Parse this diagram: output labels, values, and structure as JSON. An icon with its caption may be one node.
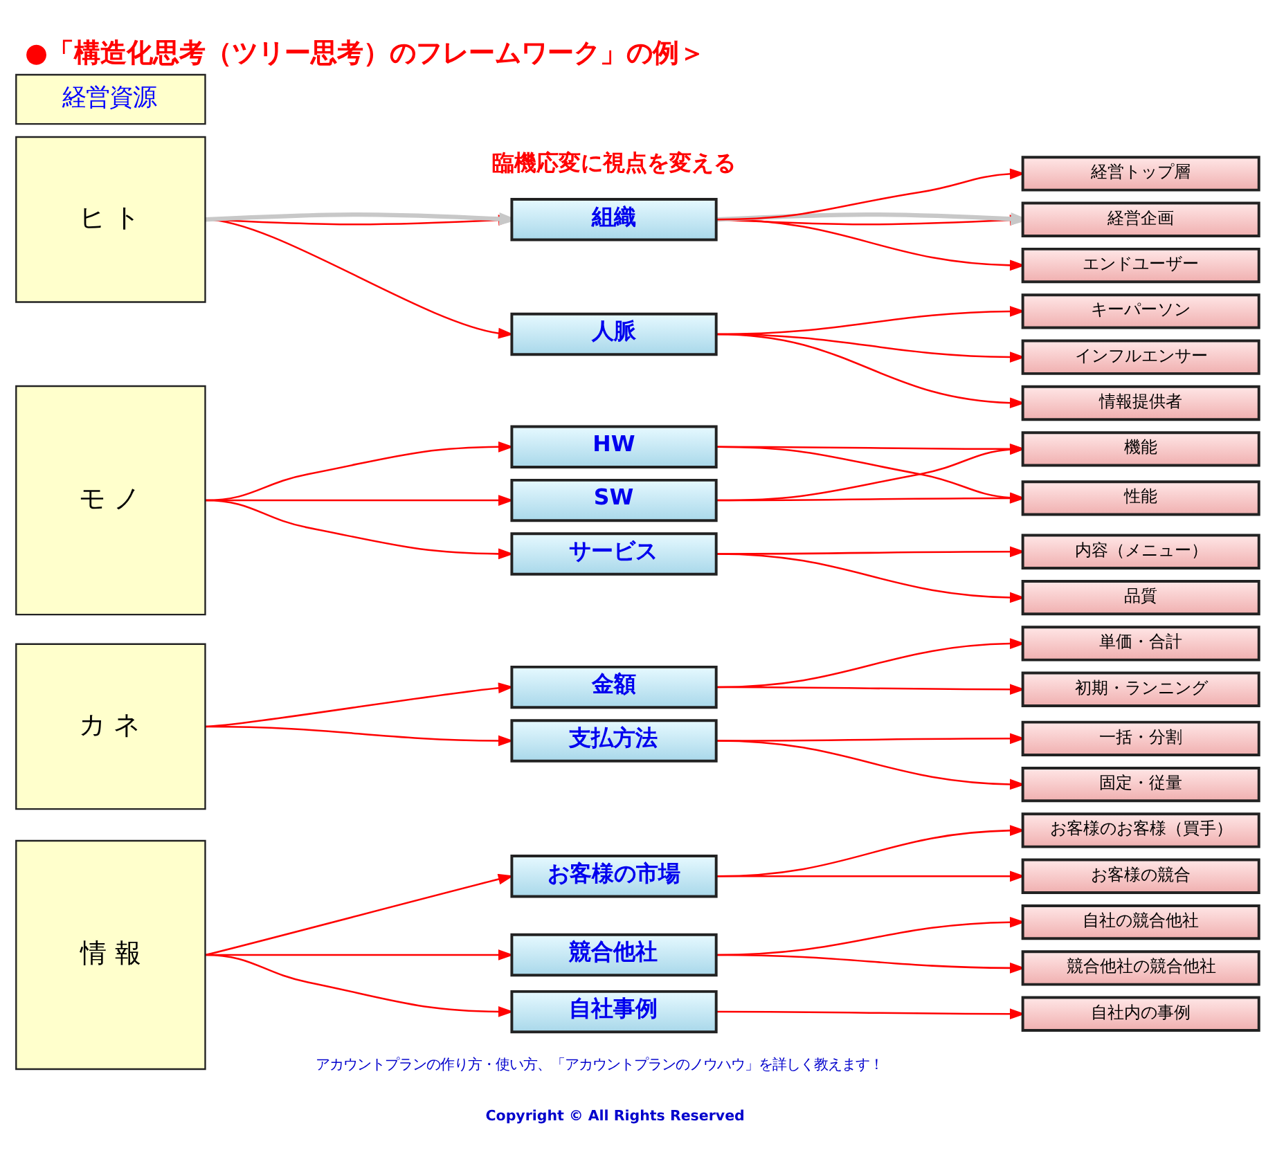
{
  "diagram": {
    "title": "●「構造化思考（ツリー思考）のフレームワーク」の例＞",
    "nodes": [
      {
        "text": [
          "経営資源"
        ]
      },
      {
        "text": [
          "ヒ ト"
        ]
      },
      {
        "text": [
          "モ ノ"
        ]
      },
      {
        "text": [
          "カ ネ"
        ]
      },
      {
        "text": [
          "情 報"
        ]
      },
      {
        "text": [
          "組織"
        ]
      },
      {
        "text": [
          "人脈"
        ]
      },
      {
        "text": [
          "HW"
        ]
      },
      {
        "text": [
          "SW"
        ]
      },
      {
        "text": [
          "サービス"
        ]
      },
      {
        "text": [
          "金額"
        ]
      },
      {
        "text": [
          "支払方法"
        ]
      },
      {
        "text": [
          "お客様の市場"
        ]
      },
      {
        "text": [
          "競合他社"
        ]
      },
      {
        "text": [
          "自社事例"
        ]
      },
      {
        "text": [
          "経営トップ層"
        ]
      },
      {
        "text": [
          "経営企画"
        ]
      },
      {
        "text": [
          "エンドユーザー"
        ]
      },
      {
        "text": [
          "キーパーソン"
        ]
      },
      {
        "text": [
          "インフルエンサー"
        ]
      },
      {
        "text": [
          "情報提供者"
        ]
      },
      {
        "text": [
          "機能"
        ]
      },
      {
        "text": [
          "性能"
        ]
      },
      {
        "text": [
          "内容（メニュー）"
        ]
      },
      {
        "text": [
          "品質"
        ]
      },
      {
        "text": [
          "単価・合計"
        ]
      },
      {
        "text": [
          "初期・ランニング"
        ]
      },
      {
        "text": [
          "一括・分割"
        ]
      },
      {
        "text": [
          "固定・従量"
        ]
      },
      {
        "text": [
          "お客様のお客様（買手）"
        ]
      },
      {
        "text": [
          "お客様の競合"
        ]
      },
      {
        "text": [
          "自社の競合他社"
        ]
      },
      {
        "text": [
          "競合他社の競合他社"
        ]
      },
      {
        "text": [
          "自社内の事例"
        ]
      }
    ],
    "edges": [
      {
        "from": 1,
        "to": 5,
        "arrow": "to"
      },
      {
        "from": 1,
        "to": 5,
        "arrow": "to",
        "style": "thick",
        "color": "#c8c8c8"
      },
      {
        "from": 1,
        "to": 6,
        "arrow": "to"
      },
      {
        "from": 2,
        "to": 7,
        "arrow": "to"
      },
      {
        "from": 2,
        "to": 8,
        "arrow": "to"
      },
      {
        "from": 2,
        "to": 9,
        "arrow": "to"
      },
      {
        "from": 3,
        "to": 10,
        "arrow": "to"
      },
      {
        "from": 3,
        "to": 11,
        "arrow": "to"
      },
      {
        "from": 4,
        "to": 12,
        "arrow": "to"
      },
      {
        "from": 4,
        "to": 13,
        "arrow": "to"
      },
      {
        "from": 4,
        "to": 14,
        "arrow": "to"
      },
      {
        "from": 5,
        "to": 15,
        "arrow": "to"
      },
      {
        "from": 5,
        "to": 16,
        "arrow": "to"
      },
      {
        "from": 5,
        "to": 16,
        "arrow": "to",
        "style": "thick",
        "color": "#c8c8c8"
      },
      {
        "from": 5,
        "to": 17,
        "arrow": "to"
      },
      {
        "from": 6,
        "to": 18,
        "arrow": "to"
      },
      {
        "from": 6,
        "to": 19,
        "arrow": "to"
      },
      {
        "from": 6,
        "to": 20,
        "arrow": "to"
      },
      {
        "from": 7,
        "to": 21,
        "arrow": "to"
      },
      {
        "from": 7,
        "to": 22,
        "arrow": "to"
      },
      {
        "from": 8,
        "to": 21,
        "arrow": "to"
      },
      {
        "from": 8,
        "to": 22,
        "arrow": "to"
      },
      {
        "from": 9,
        "to": 23,
        "arrow": "to"
      },
      {
        "from": 9,
        "to": 24,
        "arrow": "to"
      },
      {
        "from": 10,
        "to": 25,
        "arrow": "to"
      },
      {
        "from": 10,
        "to": 26,
        "arrow": "to"
      },
      {
        "from": 11,
        "to": 27,
        "arrow": "to"
      },
      {
        "from": 11,
        "to": 28,
        "arrow": "to"
      },
      {
        "from": 12,
        "to": 29,
        "arrow": "to"
      },
      {
        "from": 12,
        "to": 30,
        "arrow": "to"
      },
      {
        "from": 13,
        "to": 31,
        "arrow": "to"
      },
      {
        "from": 13,
        "to": 32,
        "arrow": "to"
      },
      {
        "from": 14,
        "to": 33,
        "arrow": "to"
      }
    ],
    "labels": [
      "臨機応変に視点を変える",
      "アカウントプランの作り方・使い方、「アカウントプランのノウハウ」を詳しく教えます！",
      "Copyright © All Rights Reserved"
    ]
  }
}
